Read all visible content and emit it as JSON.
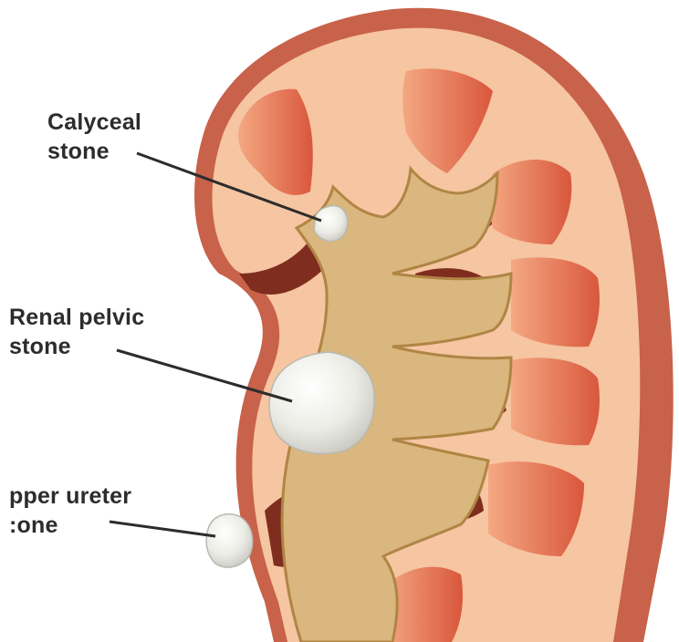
{
  "colors": {
    "capsule": "#c8624a",
    "capsule_dark": "#a84a35",
    "cortex": "#f6c5a1",
    "pyramid": "#d9573c",
    "pyramid_light": "#f4a882",
    "calyx_fill": "#d9b77e",
    "calyx_edge": "#b08544",
    "sinus_shadow": "#7e2d1f",
    "stone": "#f0f0ec",
    "stone_shade": "#c9c9c2",
    "pointer_line": "#2c2c2c",
    "label_text": "#2c2c2c"
  },
  "labels": {
    "calyceal": {
      "line1": "Calyceal",
      "line2": "stone"
    },
    "renal_pelvic": {
      "line1": "Renal pelvic",
      "line2": "stone"
    },
    "upper_ureter": {
      "line1": "pper ureter",
      "line2": ":one"
    }
  }
}
